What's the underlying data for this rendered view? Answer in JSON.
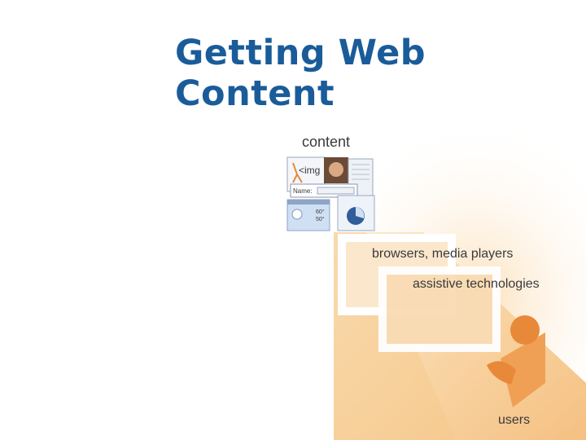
{
  "slide": {
    "title": "Getting Web Content"
  },
  "diagram": {
    "labels": {
      "content": "content",
      "browsers": "browsers, media players",
      "assistive": "assistive technologies",
      "users": "users"
    },
    "thumbnails": {
      "img_tag": "<img",
      "name_field": "Name:",
      "weather_temp_high": "60°",
      "weather_temp_low": "50°"
    }
  },
  "colors": {
    "title": "#1a5c9a",
    "beam": "#f3b56b",
    "user": "#e8893a"
  }
}
